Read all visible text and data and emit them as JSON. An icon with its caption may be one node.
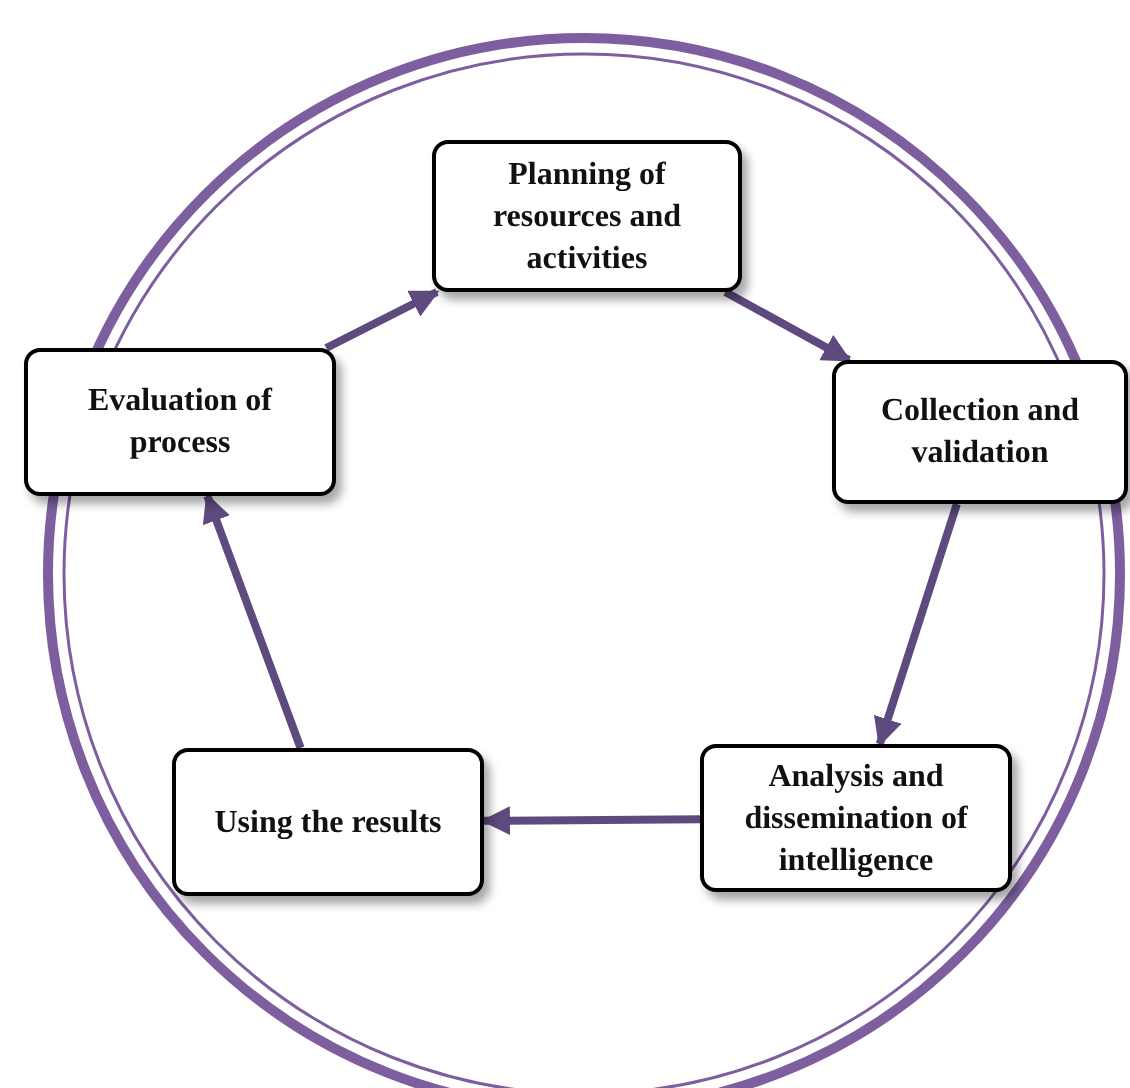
{
  "diagram": {
    "nodes": [
      {
        "text": [
          "Planning of resources and activities"
        ]
      },
      {
        "text": [
          "Collection and validation"
        ]
      },
      {
        "text": [
          "Analysis and dissemination of intelligence"
        ]
      },
      {
        "text": [
          "Using the results"
        ]
      },
      {
        "text": [
          "Evaluation of process"
        ]
      }
    ],
    "edges": [
      {
        "from": 0,
        "to": 1,
        "arrow": "to"
      },
      {
        "from": 1,
        "to": 2,
        "arrow": "to"
      },
      {
        "from": 2,
        "to": 3,
        "arrow": "to"
      },
      {
        "from": 3,
        "to": 4,
        "arrow": "to"
      },
      {
        "from": 4,
        "to": 0,
        "arrow": "to"
      }
    ]
  }
}
